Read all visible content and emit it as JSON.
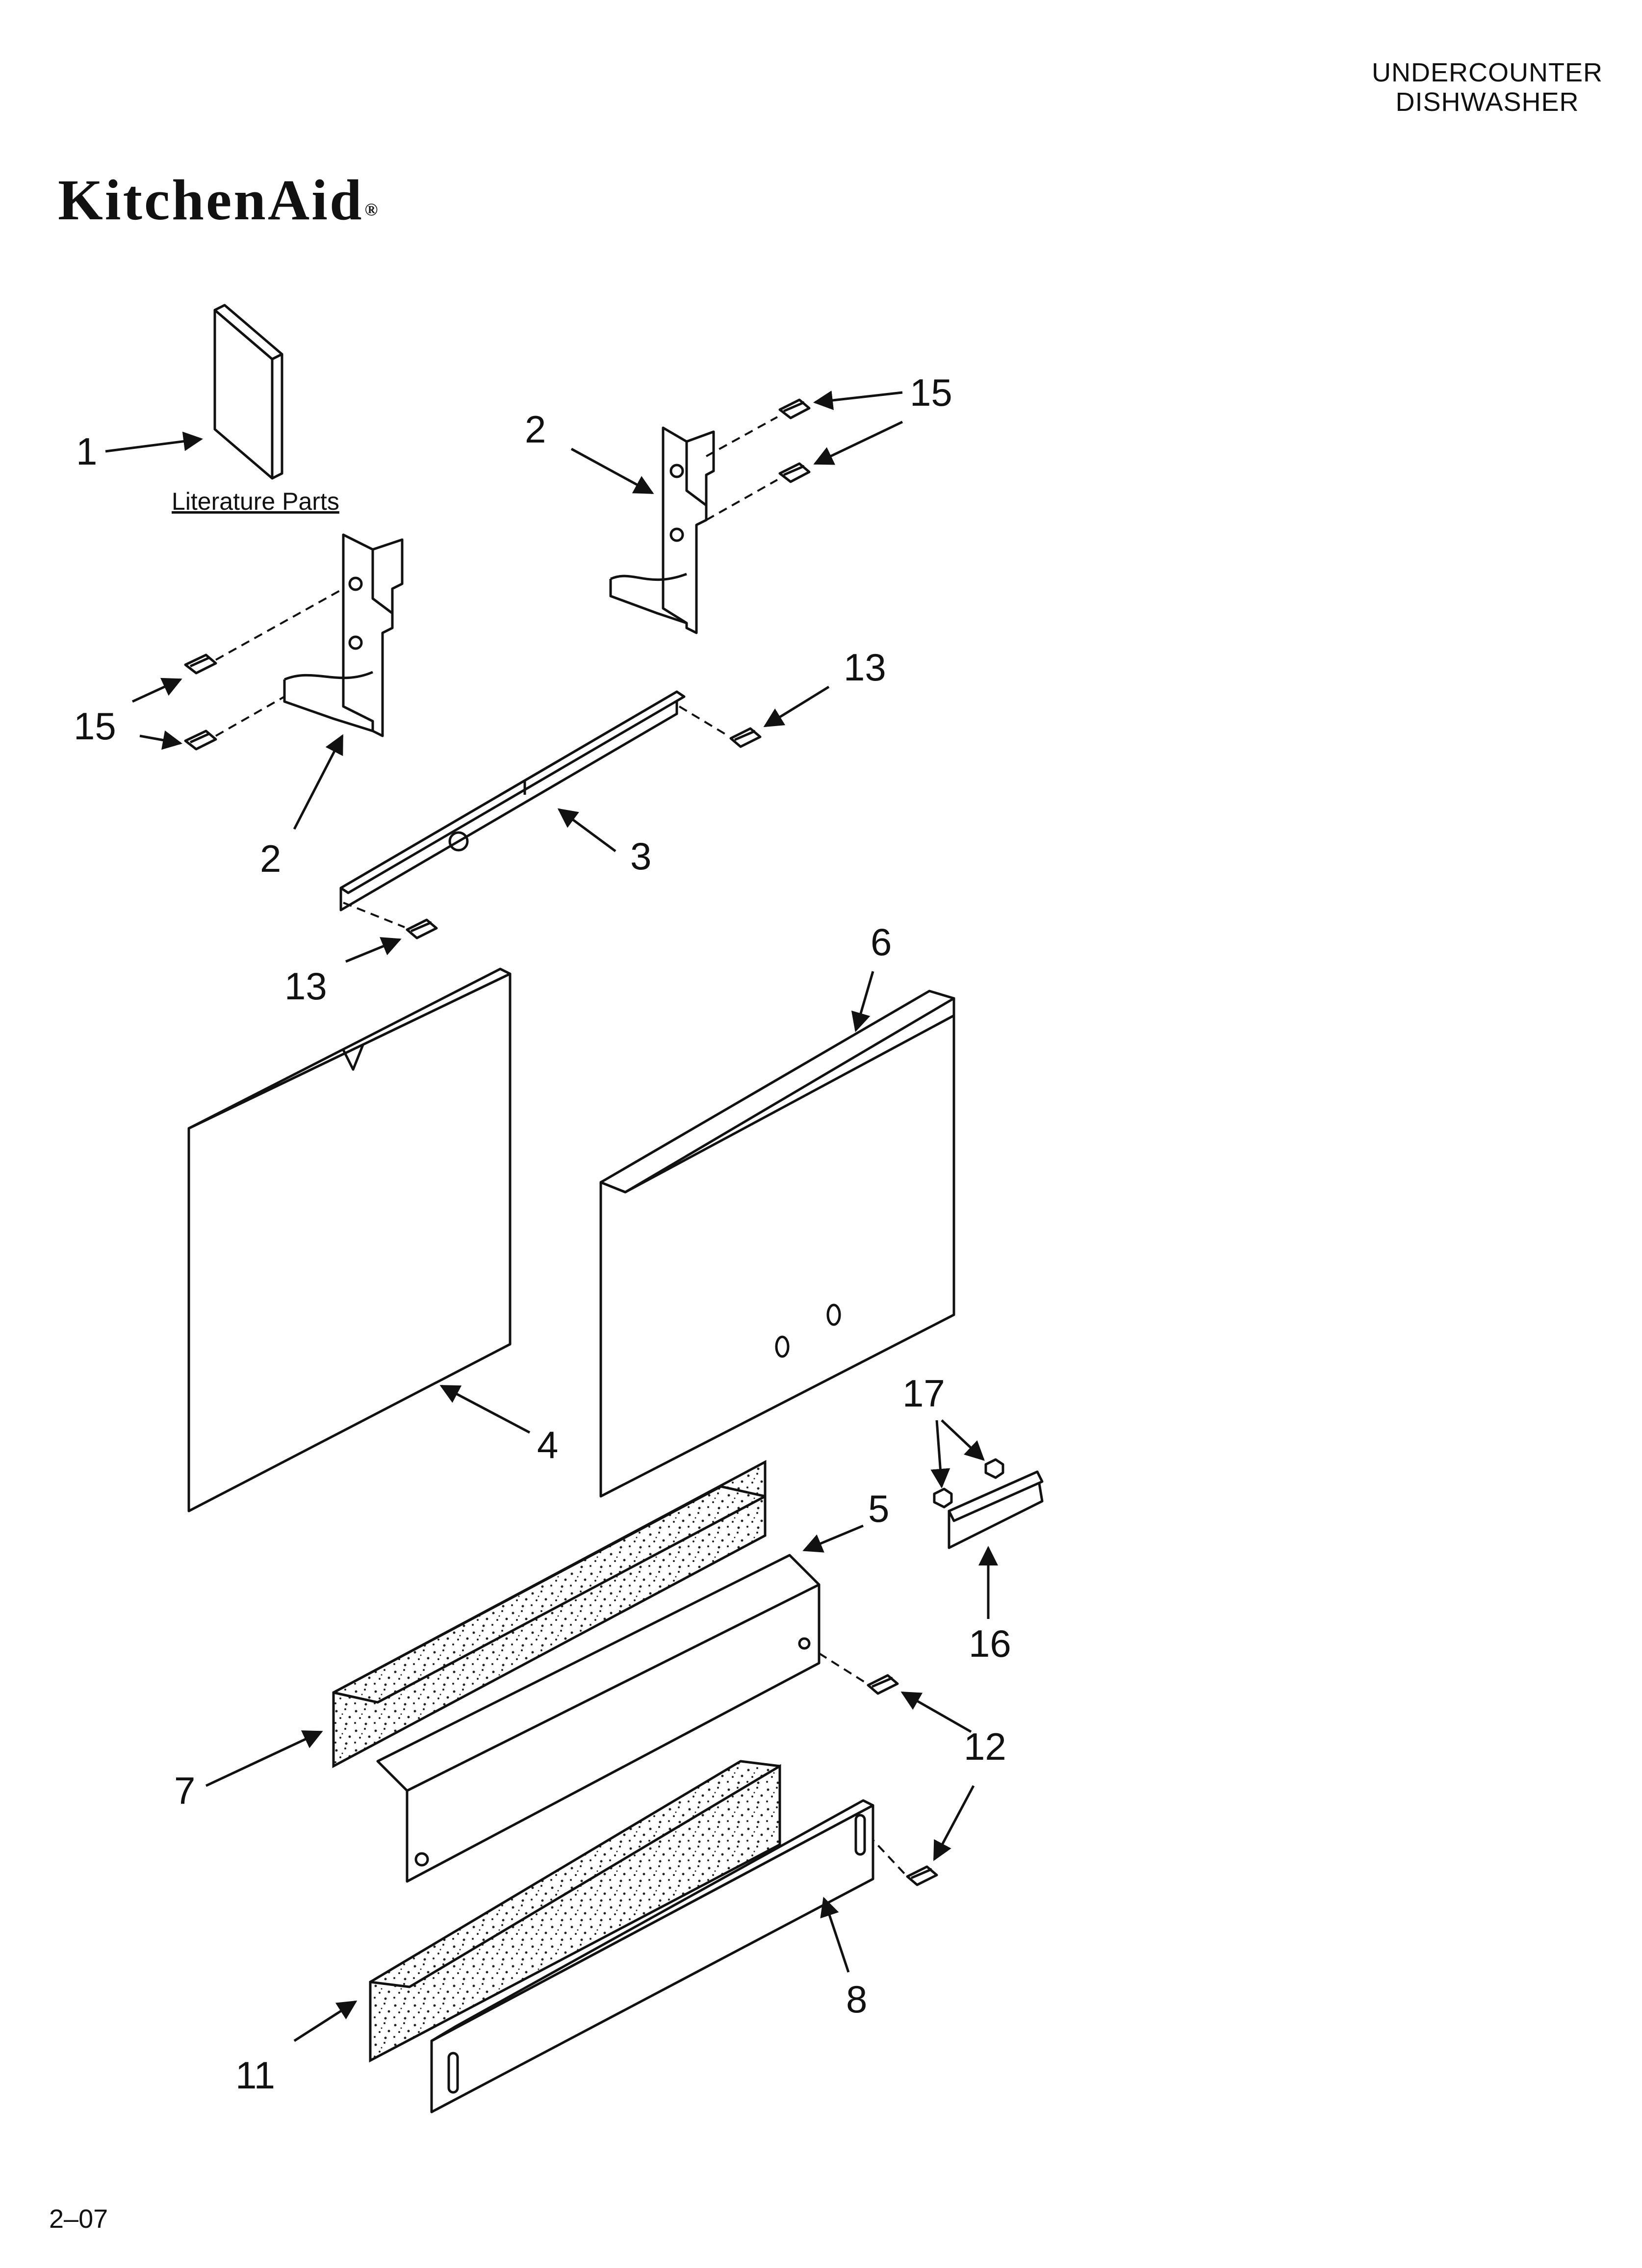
{
  "header": {
    "line1": "UNDERCOUNTER",
    "line2": "DISHWASHER"
  },
  "brand": {
    "name": "KitchenAid",
    "mark": "®"
  },
  "literature_label": "Literature Parts",
  "footer_code": "2–07",
  "callouts": {
    "n1": "1",
    "n2a": "2",
    "n2b": "2",
    "n3": "3",
    "n4": "4",
    "n5": "5",
    "n6": "6",
    "n7": "7",
    "n8": "8",
    "n11": "11",
    "n12": "12",
    "n13a": "13",
    "n13b": "13",
    "n15a": "15",
    "n15b": "15",
    "n16": "16",
    "n17": "17"
  }
}
